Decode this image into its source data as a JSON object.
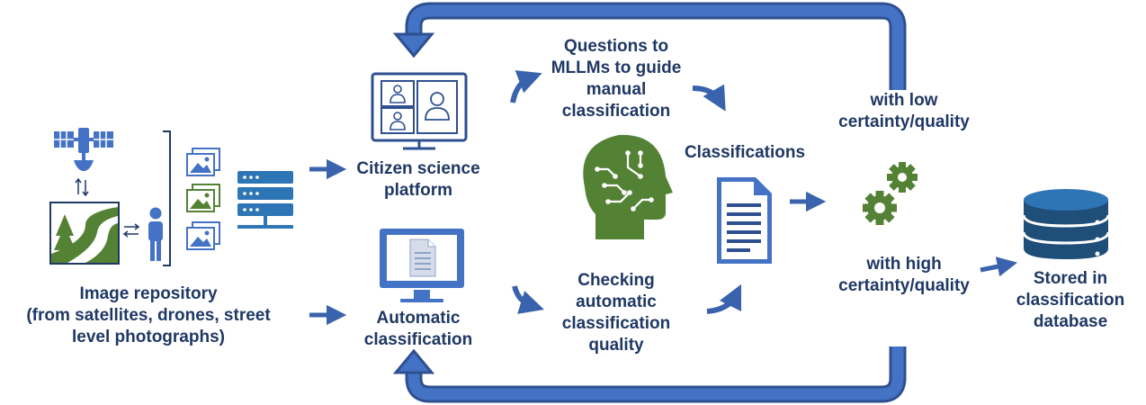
{
  "colors": {
    "text": "#1f3864",
    "blue": "#4472c4",
    "dark_blue": "#2e5090",
    "green": "#548235",
    "arrow": "#3a63ad"
  },
  "labels": {
    "image_repository": [
      "Image repository",
      "(from satellites, drones, street",
      "level photographs)"
    ],
    "citizen_platform": [
      "Citizen science",
      "platform"
    ],
    "automatic_classification": [
      "Automatic",
      "classification"
    ],
    "questions": [
      "Questions to",
      "MLLMs to guide",
      "manual",
      "classification"
    ],
    "checking": [
      "Checking",
      "automatic",
      "classification",
      "quality"
    ],
    "classifications": [
      "Classifications"
    ],
    "low_certainty": [
      "with low",
      "certainty/quality"
    ],
    "high_certainty": [
      "with high",
      "certainty/quality"
    ],
    "stored": [
      "Stored in",
      "classification",
      "database"
    ]
  },
  "icons": {
    "satellite": "satellite-icon",
    "landscape": "landscape-image-icon",
    "person": "person-icon",
    "image_stack": "image-stack-icon",
    "server": "server-icon",
    "video_call": "video-conference-monitor-icon",
    "document_monitor": "document-monitor-icon",
    "ai_head": "ai-head-icon",
    "document": "document-icon",
    "gears": "gears-icon",
    "database": "database-icon"
  }
}
